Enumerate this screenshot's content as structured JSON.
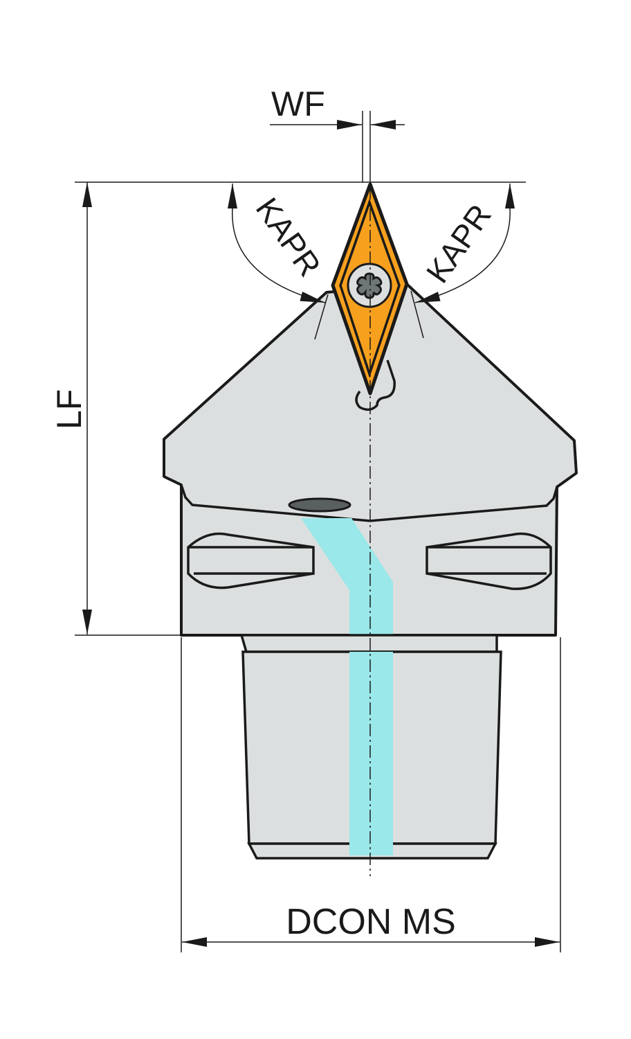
{
  "labels": {
    "wf": "WF",
    "kapr_left": "KAPR",
    "kapr_right": "KAPR",
    "lf": "LF",
    "dcon_ms": "DCON MS"
  },
  "colors": {
    "body": "#dcdfdf",
    "insert": "#f7a01e",
    "coolant": "#9ae8ea",
    "outline": "#1a1a1a",
    "screw": "#6e7676"
  }
}
